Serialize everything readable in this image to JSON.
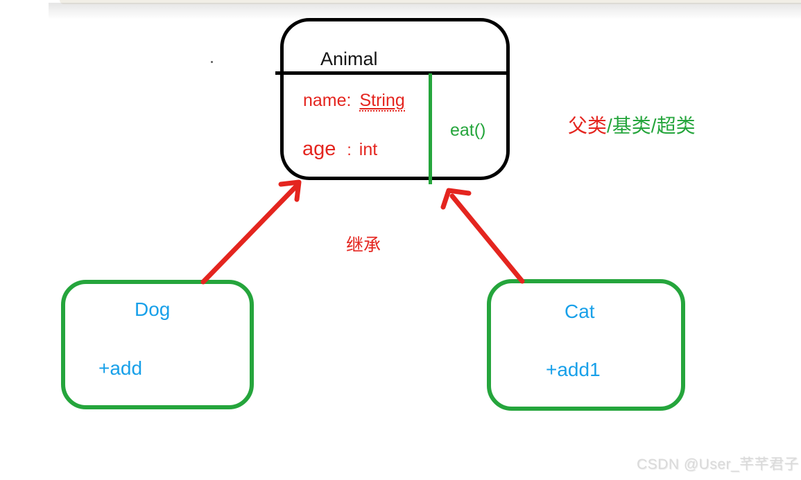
{
  "colors": {
    "red": "#e4251f",
    "green": "#25a53c",
    "blue": "#18a0e9",
    "black": "#000000",
    "watermark": "#dadada"
  },
  "animal_class": {
    "title": "Animal",
    "attr1_label": "name:",
    "attr1_type": "String",
    "attr2_label": "age",
    "attr2_colon": ":",
    "attr2_type": "int",
    "method_label": "eat()"
  },
  "dog_class": {
    "title": "Dog",
    "member": "+add"
  },
  "cat_class": {
    "title": "Cat",
    "member": "+add1"
  },
  "annotations": {
    "superclass_red_part": "父类",
    "superclass_green_part": "/基类/超类",
    "inheritance": "继承"
  },
  "watermark": "CSDN @User_芊芊君子"
}
